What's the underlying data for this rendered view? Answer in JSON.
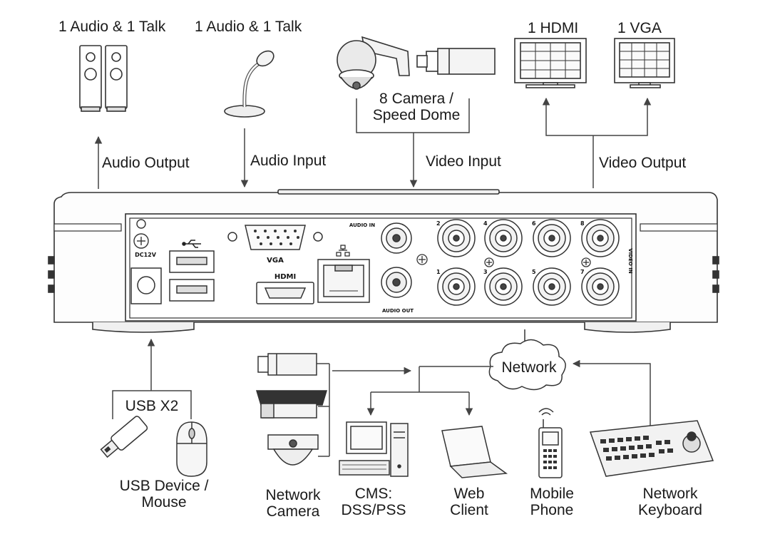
{
  "labels": {
    "audio_talk_1": "1 Audio  & 1 Talk",
    "audio_talk_2": "1 Audio & 1 Talk",
    "camera_l1": "8 Camera /",
    "camera_l2": "Speed Dome",
    "hdmi": "1 HDMI",
    "vga": "1 VGA",
    "audio_output": "Audio  Output",
    "audio_input": "Audio  Input",
    "video_input": "Video Input",
    "video_output": "Video Output",
    "usb_x2": "USB X2",
    "usb_device_l1": "USB Device /",
    "usb_device_l2": "Mouse",
    "network": "Network",
    "network_camera_l1": "Network",
    "network_camera_l2": "Camera",
    "cms_l1": "CMS:",
    "cms_l2": "DSS/PSS",
    "web_client_l1": "Web",
    "web_client_l2": "Client",
    "mobile_l1": "Mobile",
    "mobile_l2": "Phone",
    "keyboard_l1": "Network",
    "keyboard_l2": "Keyboard"
  },
  "panel": {
    "vga": "VGA",
    "hdmi": "HDMI",
    "audio_in": "AUDIO IN",
    "audio_out": "AUDIO OUT",
    "dc": "DC12V",
    "video_in": "VIDEO IN",
    "port_numbers": [
      "2",
      "4",
      "6",
      "8",
      "1",
      "3",
      "5",
      "7"
    ]
  }
}
